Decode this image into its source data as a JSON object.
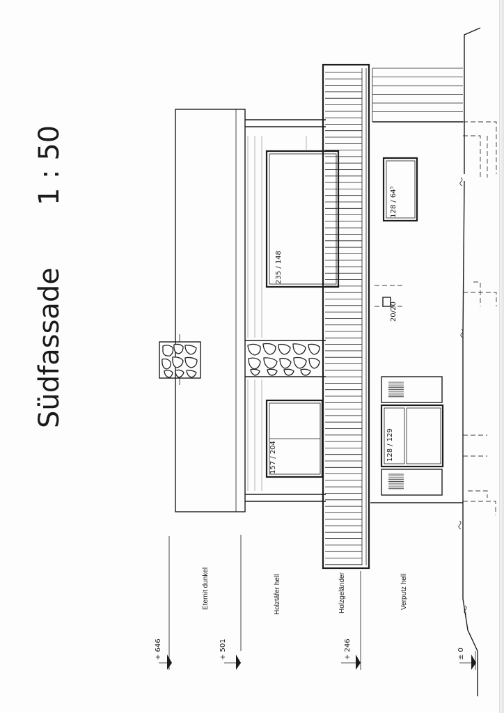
{
  "title": {
    "text": "Südfassade",
    "scale": "1 : 50"
  },
  "levels": [
    {
      "id": "plus-646",
      "label": "+ 646"
    },
    {
      "id": "plus-501",
      "label": "+ 501"
    },
    {
      "id": "plus-246",
      "label": "+ 246"
    },
    {
      "id": "zero",
      "label": "± 0"
    }
  ],
  "material_labels": [
    {
      "id": "eternit",
      "label": "Eternit  dunkel"
    },
    {
      "id": "holztafer",
      "label": "Holztäfer  hell"
    },
    {
      "id": "holzgelander",
      "label": "Holzgeländer"
    },
    {
      "id": "verputz",
      "label": "Verputz  hell"
    }
  ],
  "openings": [
    {
      "id": "window-upper-large",
      "label": "235 / 148"
    },
    {
      "id": "window-upper-small",
      "label": "157 / 204"
    },
    {
      "id": "window-ground-right",
      "label": "128 / 64.5",
      "display": "128 / 64⁵"
    },
    {
      "id": "vent-small",
      "label": "20/20"
    },
    {
      "id": "window-ground-left",
      "label": "128 / 129"
    }
  ],
  "colors": {
    "ink": "#1c1c1c",
    "paper": "#fdfdfd",
    "hatch": "#6a6a6a"
  }
}
